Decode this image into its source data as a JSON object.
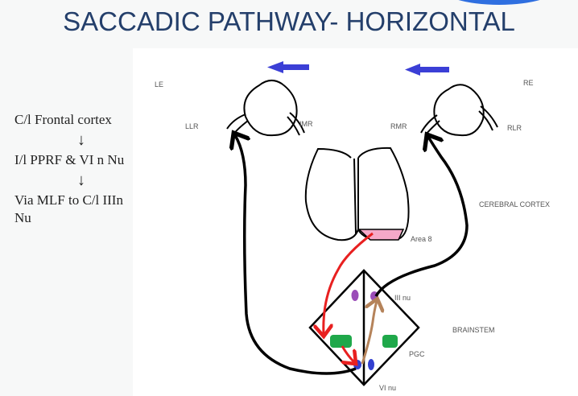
{
  "title": "SACCADIC PATHWAY- HORIZONTAL",
  "sidebar": {
    "step1": "C/l Frontal cortex",
    "arrow": "↓",
    "step2": "I/l PPRF & VI n Nu",
    "step3": "Via MLF to C/l IIIn Nu"
  },
  "diagram": {
    "labels": {
      "le": "LE",
      "re": "RE",
      "llr": "LLR",
      "imr": "IMR",
      "rmr": "RMR",
      "rlr": "RLR",
      "cerebral_cortex": "CEREBRAL CORTEX",
      "area8": "Area 8",
      "iii_nu": "III nu",
      "brainstem": "BRAINSTEM",
      "pgc": "PGC",
      "vi_nu": "VI nu"
    },
    "colors": {
      "gaze_arrow": "#3b3fd6",
      "area8": "#f5a9c8",
      "frontal_path": "#e82020",
      "mlf_path": "#b5835a",
      "iii_nucleus": "#9b4db8",
      "pgc": "#1fa84a",
      "vi_nucleus": "#3340d0"
    }
  }
}
